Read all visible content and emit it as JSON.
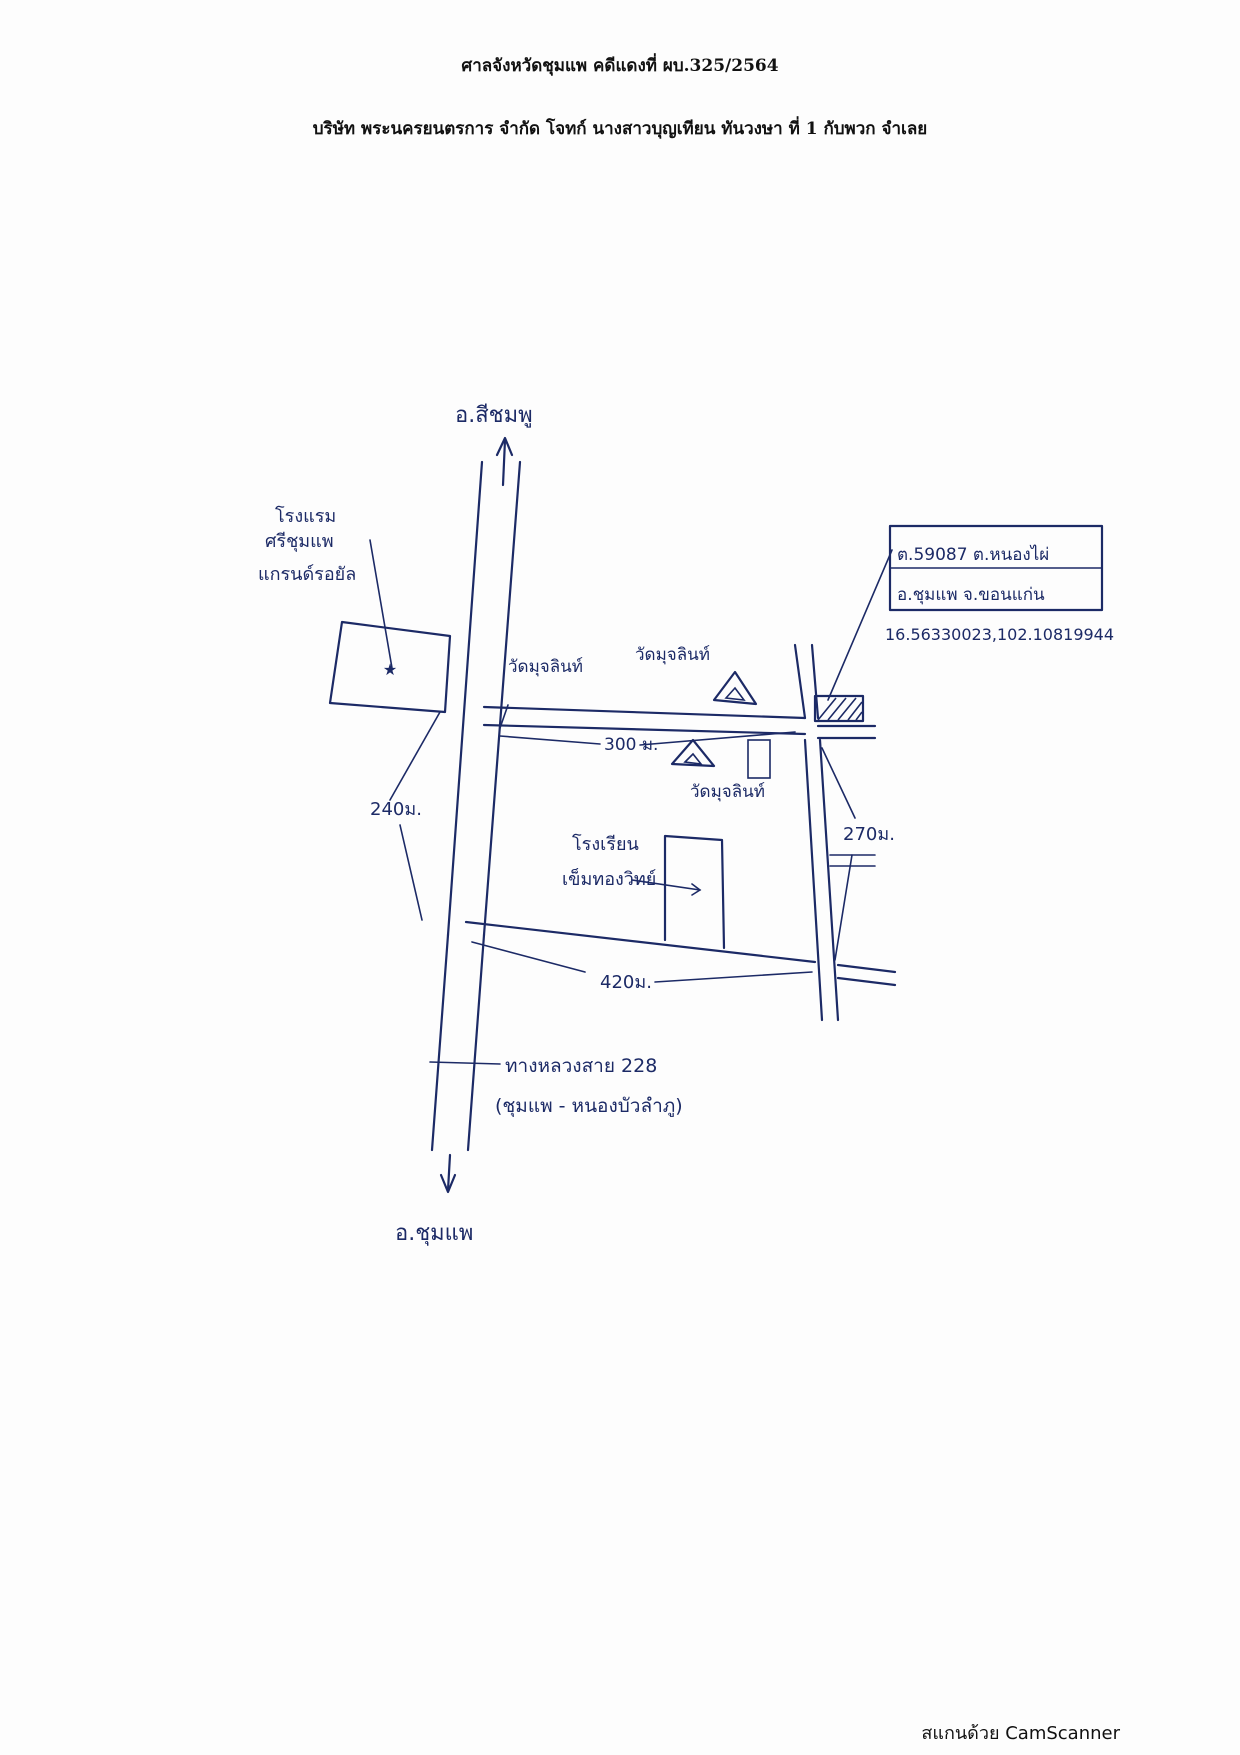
{
  "header": {
    "line1": "ศาลจังหวัดชุมแพ คดีแดงที่ ผบ.325/2564",
    "line2": "บริษัท พระนครยนตรการ จำกัด โจทก์ นางสาวบุญเทียน ทันวงษา ที่ 1 กับพวก จำเลย"
  },
  "map": {
    "north_destination": "อ.สีชมพู",
    "south_destination": "อ.ชุมแพ",
    "hotel_label": [
      "โรงแรม",
      "ศรีชุมแพ",
      "แกรนด์รอยัล"
    ],
    "property_box": {
      "line1": "ต.59087 ต.หนองไผ่",
      "line2": "อ.ชุมแพ จ.ขอนแก่น",
      "coordinates": "16.56330023,102.10819944"
    },
    "temple_label_left": "วัดมุจลินท์",
    "temple_label_top": "วัดมุจลินท์",
    "temple_label_bottom": "วัดมุจลินท์",
    "school_label": [
      "โรงเรียน",
      "เข็มทองวิทย์"
    ],
    "highway_label": "ทางหลวงสาย 228",
    "highway_route": "(ชุมแพ - หนองบัวลำภู)",
    "distances": {
      "top_road": "300 ม.",
      "left": "240ม.",
      "right": "270ม.",
      "bottom_road": "420ม."
    }
  },
  "footer": {
    "scanner_text": "สแกนด้วย CamScanner"
  },
  "colors": {
    "ink": "#1c2a66",
    "paper": "#fdfdfd",
    "text": "#111111"
  }
}
